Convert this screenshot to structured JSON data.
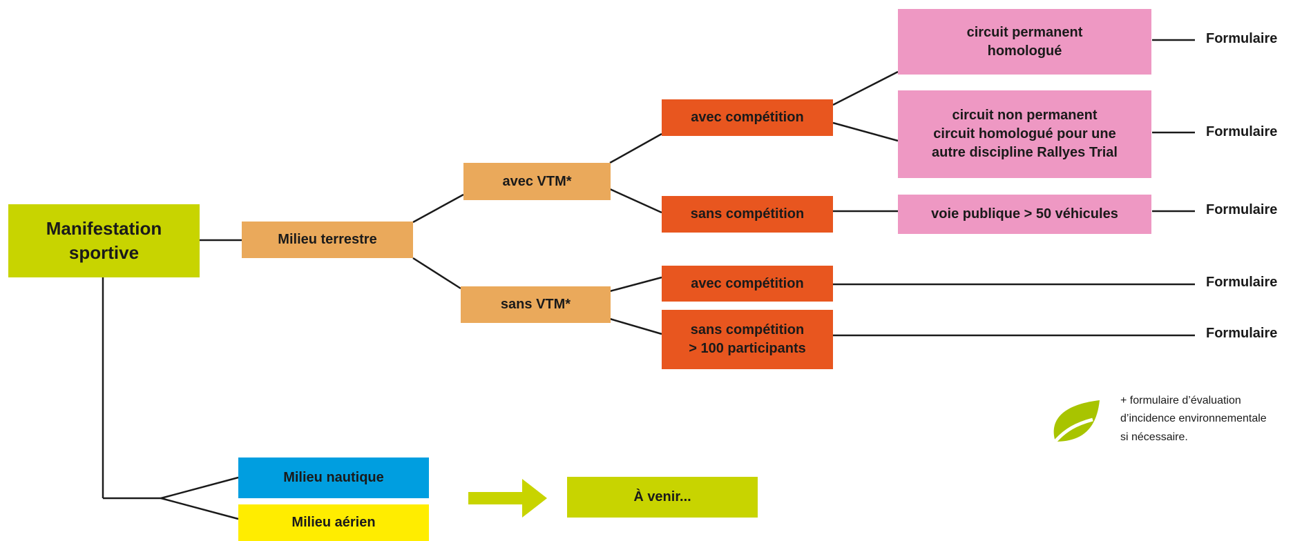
{
  "root": [
    "Manifestation",
    "sportive"
  ],
  "milieu_terrestre": "Milieu terrestre",
  "avec_vtm": "avec VTM*",
  "sans_vtm": "sans VTM*",
  "avec_competition_1": "avec compétition",
  "sans_competition_1": "sans compétition",
  "avec_competition_2": "avec compétition",
  "sans_competition_2": [
    "sans compétition",
    "> 100 participants"
  ],
  "circuit_permanent": [
    "circuit permanent",
    "homologué"
  ],
  "circuit_non_permanent": [
    "circuit non permanent",
    "circuit homologué pour une",
    "autre discipline Rallyes Trial"
  ],
  "voie_publique": "voie publique > 50 véhicules",
  "formulaires": [
    "Formulaire",
    "Formulaire",
    "Formulaire",
    "Formulaire",
    "Formulaire"
  ],
  "milieu_nautique": "Milieu nautique",
  "milieu_aerien": "Milieu aérien",
  "a_venir": "À venir...",
  "note": [
    "+ formulaire d’évaluation",
    "d’incidence environnementale",
    "si nécessaire."
  ],
  "colors": {
    "root": "#c8d400",
    "level_orange_light": "#eaa95b",
    "level_orange_dark": "#e8561f",
    "pink": "#ee98c3",
    "blue": "#009ee0",
    "yellow": "#ffed00",
    "leaf": "#a8c400"
  },
  "icons": {
    "leaf": "leaf-icon",
    "arrow": "arrow-right-icon"
  }
}
